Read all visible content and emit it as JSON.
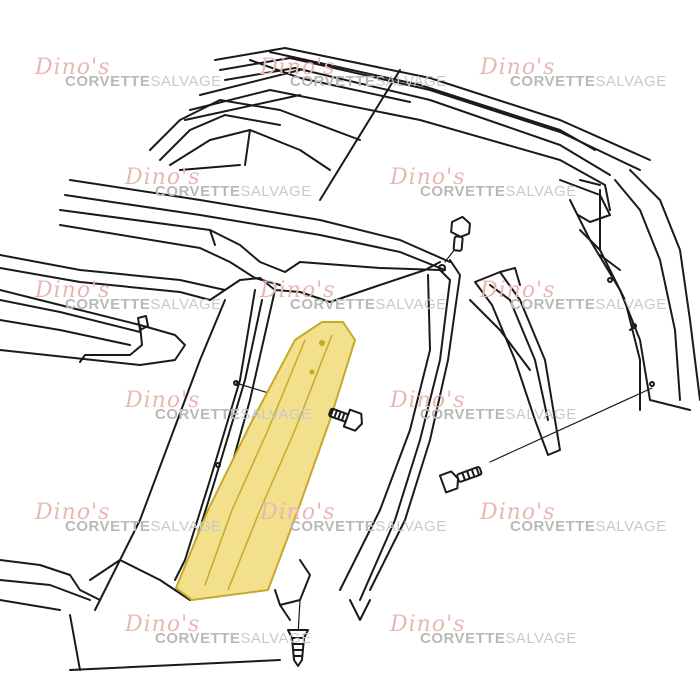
{
  "watermark": {
    "script": "Dino's",
    "brand_bold": "CORVETTE",
    "brand_light": "SALVAGE"
  },
  "colors": {
    "line": "#1a1a1a",
    "highlight_fill": "#f2e08c",
    "highlight_stroke": "#c7a92a",
    "watermark_script": "#e9b7b2",
    "watermark_text": "#bdbdbd"
  },
  "highlighted_part": "windshield-pillar-molding"
}
